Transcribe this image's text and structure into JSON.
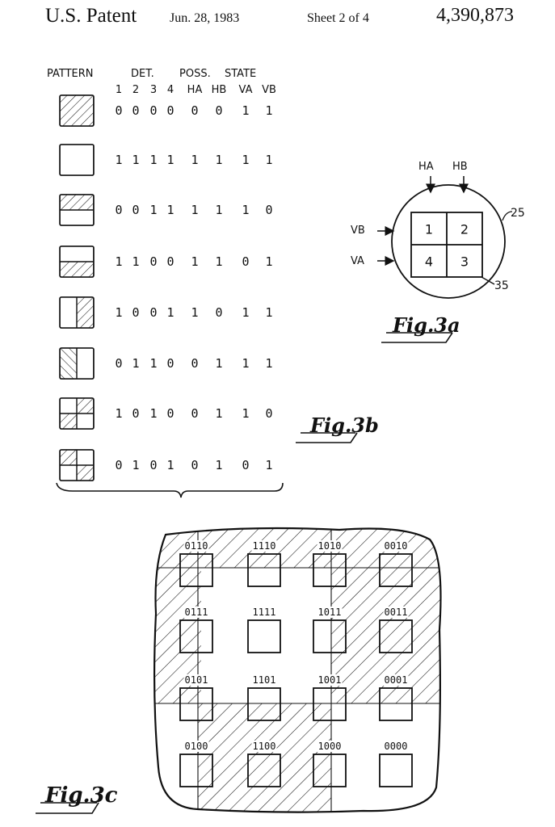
{
  "header": {
    "left": "U.S. Patent",
    "date": "Jun. 28, 1983",
    "sheet": "Sheet 2 of 4",
    "number": "4,390,873"
  },
  "fig3b": {
    "heading": {
      "pattern": "PATTERN",
      "det": "DET.",
      "poss": "POSS.",
      "state": "STATE"
    },
    "columns": [
      "1",
      "2",
      "3",
      "4",
      "HA",
      "HB",
      "VA",
      "VB"
    ],
    "rows": [
      {
        "pattern": "full-hatch",
        "bits": [
          "0",
          "0",
          "0",
          "0",
          "0",
          "0",
          "1",
          "1"
        ]
      },
      {
        "pattern": "blank",
        "bits": [
          "1",
          "1",
          "1",
          "1",
          "1",
          "1",
          "1",
          "1"
        ]
      },
      {
        "pattern": "top-hatch",
        "bits": [
          "0",
          "0",
          "1",
          "1",
          "1",
          "1",
          "1",
          "0"
        ]
      },
      {
        "pattern": "bottom-hatch",
        "bits": [
          "1",
          "1",
          "0",
          "0",
          "1",
          "1",
          "0",
          "1"
        ]
      },
      {
        "pattern": "right-hatch",
        "bits": [
          "1",
          "0",
          "0",
          "1",
          "1",
          "0",
          "1",
          "1"
        ]
      },
      {
        "pattern": "left-hatch",
        "bits": [
          "0",
          "1",
          "1",
          "0",
          "0",
          "1",
          "1",
          "1"
        ]
      },
      {
        "pattern": "checker-tr-bl",
        "bits": [
          "1",
          "0",
          "1",
          "0",
          "0",
          "1",
          "1",
          "0"
        ]
      },
      {
        "pattern": "checker-tl-br",
        "bits": [
          "0",
          "1",
          "0",
          "1",
          "0",
          "1",
          "0",
          "1"
        ]
      }
    ],
    "label": "Fig.3b"
  },
  "fig3a": {
    "labels": {
      "ha": "HA",
      "hb": "HB",
      "vb": "VB",
      "va": "VA",
      "ref_circle": "25",
      "ref_square": "35"
    },
    "quadrants": [
      "1",
      "2",
      "4",
      "3"
    ],
    "label": "Fig.3a"
  },
  "fig3c": {
    "codes": [
      [
        "0110",
        "1110",
        "1010",
        "0010"
      ],
      [
        "0111",
        "1111",
        "1011",
        "0011"
      ],
      [
        "0101",
        "1101",
        "1001",
        "0001"
      ],
      [
        "0100",
        "1100",
        "1000",
        "0000"
      ]
    ],
    "label": "Fig.3c"
  }
}
